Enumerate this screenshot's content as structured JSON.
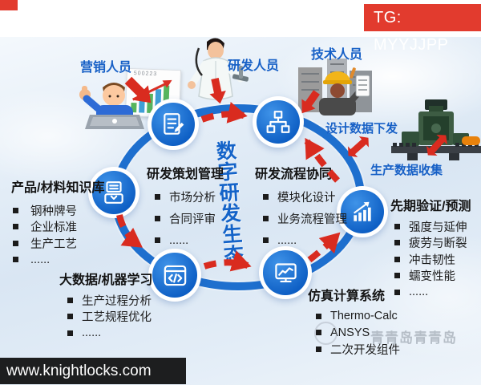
{
  "header": {
    "tg_banner": "TG: MYYJJPP"
  },
  "footer": {
    "website": "www.knightlocks.com"
  },
  "diagram": {
    "center_title": "数字研发生态",
    "actors": [
      {
        "label": "营销人员"
      },
      {
        "label": "研发人员"
      },
      {
        "label": "技术人员"
      }
    ],
    "flow_labels": {
      "design": "设计数据下发",
      "production": "生产数据收集"
    },
    "sections": [
      {
        "title": "研发策划管理",
        "icon": "document-pencil-icon",
        "items": [
          "市场分析",
          "合同评审",
          "......"
        ]
      },
      {
        "title": "研发流程协同",
        "icon": "org-chart-icon",
        "items": [
          "模块化设计",
          "业务流程管理",
          "......"
        ]
      },
      {
        "title": "产品/材料知识库",
        "icon": "inbox-tray-icon",
        "items": [
          "钢种牌号",
          "企业标准",
          "生产工艺",
          "......"
        ]
      },
      {
        "title": "大数据/机器学习",
        "icon": "code-window-icon",
        "items": [
          "生产过程分析",
          "工艺规程优化",
          "......"
        ]
      },
      {
        "title": "仿真计算系统",
        "icon": "monitor-chart-icon",
        "items": [
          "Thermo-Calc",
          "ANSYS",
          "二次开发组件"
        ]
      },
      {
        "title": "先期验证/预测",
        "icon": "trend-bar-chart-icon",
        "items": [
          "强度与延伸",
          "疲劳与断裂",
          "冲击韧性",
          "蠕变性能",
          "......"
        ]
      }
    ],
    "marketing_chart_label": "500223",
    "watermark": "青青岛青青岛"
  },
  "colors": {
    "accent_blue": "#1266c8",
    "node_blue": "#0d5ec4",
    "arrow_red": "#d92b1f",
    "banner_red": "#e23b2e",
    "footer_black": "#0c0c0c"
  }
}
